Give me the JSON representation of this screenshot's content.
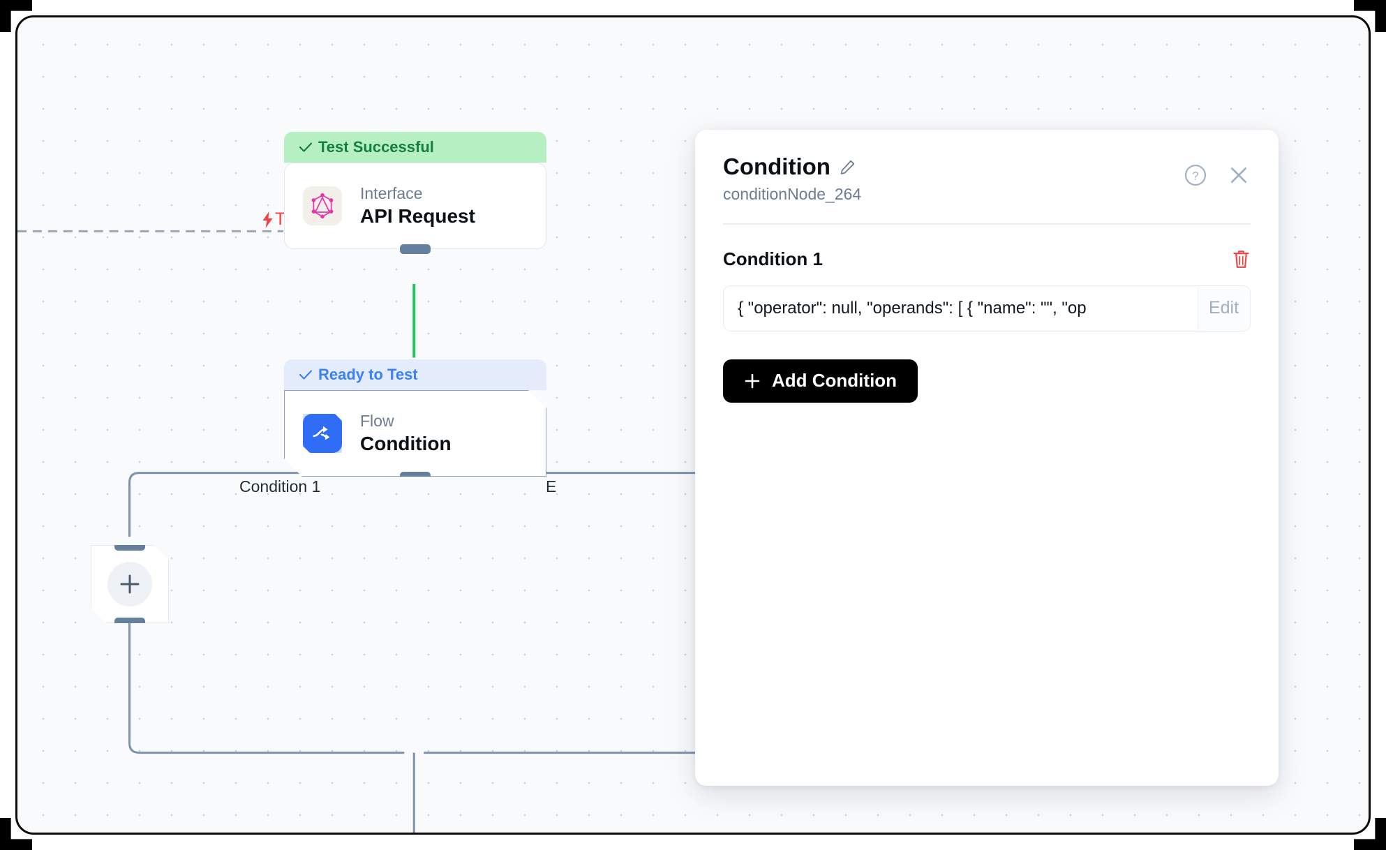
{
  "canvas": {
    "trigger": {
      "label": "Trigger",
      "icon": "lightning-bolt-icon"
    },
    "nodes": [
      {
        "id": "apiRequest",
        "status": "Test Successful",
        "status_type": "success",
        "kind": "Interface",
        "title": "API Request",
        "icon": "graphql-icon"
      },
      {
        "id": "conditionNode_264",
        "status": "Ready to Test",
        "status_type": "ready",
        "kind": "Flow",
        "title": "Condition",
        "icon": "flow-branch-icon"
      }
    ],
    "branch_labels": [
      "Condition 1",
      "E"
    ],
    "add_node": {
      "icon": "plus-icon"
    }
  },
  "panel": {
    "title": "Condition",
    "edit_title_icon": "pencil-icon",
    "node_id": "conditionNode_264",
    "help_icon": "question-circle-icon",
    "close_icon": "close-icon",
    "condition": {
      "name": "Condition 1",
      "delete_icon": "trash-icon",
      "value": "{  \"operator\": null,  \"operands\": [   {    \"name\": \"\",    \"op",
      "edit_label": "Edit"
    },
    "add_condition_label": "Add Condition",
    "add_condition_icon": "plus-icon"
  },
  "colors": {
    "success_bg": "#b6f0c2",
    "success_text": "#15803d",
    "ready_bg": "#e4ebfb",
    "ready_text": "#3b82f6",
    "trigger_red": "#ef4444",
    "edge_green": "#22c55e",
    "edge_slate": "#64809c",
    "flow_blue": "#2f6df6",
    "graphql_pink": "#e535ab",
    "delete_red": "#ef4444"
  }
}
